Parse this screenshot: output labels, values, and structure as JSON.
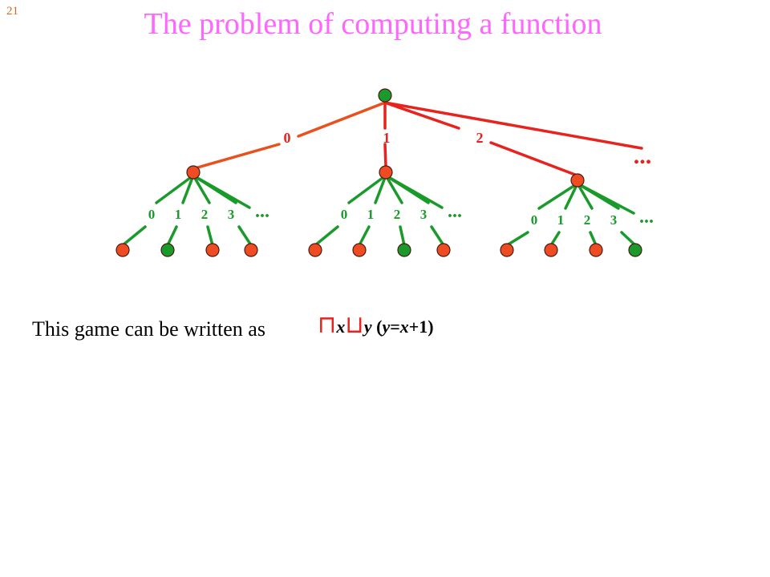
{
  "slide_number": "21",
  "title": "The problem of computing a function",
  "colors": {
    "title": "#ff66ff",
    "red_node": "#f04c24",
    "green_node": "#199a2a",
    "red_edge": "#e8221d",
    "green_edge": "#199a2a",
    "slide_number": "#d2691e"
  },
  "tree": {
    "root_color": "green",
    "top_edge_labels": [
      "0",
      "1",
      "2"
    ],
    "top_ellipsis": "...",
    "subtrees": [
      {
        "edge_labels": [
          "0",
          "1",
          "2",
          "3"
        ],
        "ellipsis": "...",
        "leaf_colors": [
          "red",
          "green",
          "red",
          "red"
        ]
      },
      {
        "edge_labels": [
          "0",
          "1",
          "2",
          "3"
        ],
        "ellipsis": "...",
        "leaf_colors": [
          "red",
          "red",
          "green",
          "red"
        ]
      },
      {
        "edge_labels": [
          "0",
          "1",
          "2",
          "3"
        ],
        "ellipsis": "...",
        "leaf_colors": [
          "red",
          "red",
          "red",
          "green"
        ]
      }
    ]
  },
  "caption": "This game can be written as",
  "formula": {
    "op1": "⊓",
    "var1": "x",
    "op2": "⊔",
    "var2": "y",
    "body_open": " (",
    "body_y": "y",
    "body_eq": "=",
    "body_x": "x",
    "body_rest": "+1)"
  }
}
